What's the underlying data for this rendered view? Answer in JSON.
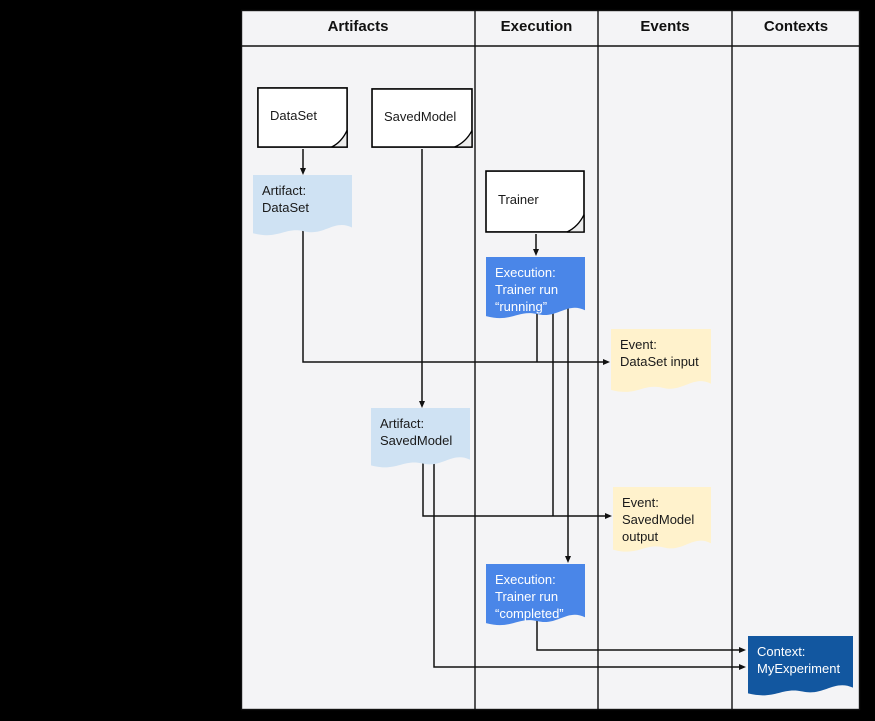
{
  "columns": [
    {
      "label": "Artifacts"
    },
    {
      "label": "Execution"
    },
    {
      "label": "Events"
    },
    {
      "label": "Contexts"
    }
  ],
  "nodes": {
    "dataset_card": {
      "label": "DataSet"
    },
    "savedmodel_card": {
      "label": "SavedModel"
    },
    "trainer_card": {
      "label": "Trainer"
    },
    "artifact_dataset": {
      "label": "Artifact:\nDataSet"
    },
    "execution_running": {
      "label": "Execution:\nTrainer run\n“running”"
    },
    "event_dataset_input": {
      "label": "Event:\nDataSet input"
    },
    "artifact_savedmodel": {
      "label": "Artifact:\nSavedModel"
    },
    "event_savedmodel_output": {
      "label": "Event:\nSavedModel\noutput"
    },
    "execution_completed": {
      "label": "Execution:\nTrainer run\n“completed”"
    },
    "context_myexperiment": {
      "label": "Context:\nMyExperiment"
    }
  },
  "colors": {
    "artifact_fill": "#cfe2f3",
    "execution_fill": "#4a86e8",
    "event_fill": "#fff2cc",
    "context_fill": "#1257a0",
    "canvas_bg": "#f4f4f6",
    "page_bg": "#000000",
    "line": "#111111"
  }
}
